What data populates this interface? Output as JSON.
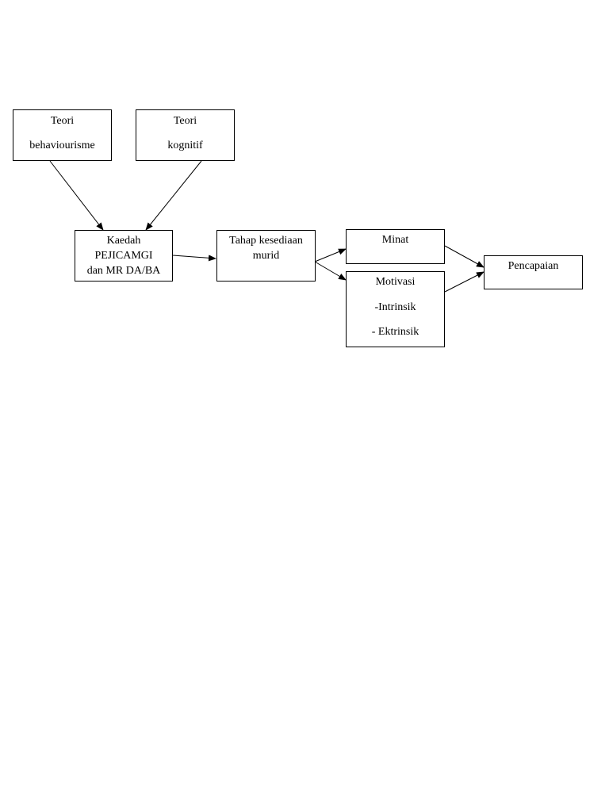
{
  "diagram": {
    "nodes": {
      "teori_behaviourisme": {
        "lines": [
          "Teori",
          "behaviourisme"
        ]
      },
      "teori_kognitif": {
        "lines": [
          "Teori",
          "kognitif"
        ]
      },
      "kaedah": {
        "lines": [
          "Kaedah",
          "PEJICAMGI",
          "dan MR DA/BA"
        ]
      },
      "tahap": {
        "lines": [
          "Tahap kesediaan",
          "murid"
        ]
      },
      "minat": {
        "lines": [
          "Minat"
        ]
      },
      "motivasi": {
        "lines": [
          "Motivasi",
          "-Intrinsik",
          "- Ektrinsik"
        ]
      },
      "pencapaian": {
        "lines": [
          "Pencapaian"
        ]
      }
    },
    "edges": [
      {
        "from": "teori_behaviourisme",
        "to": "kaedah"
      },
      {
        "from": "teori_kognitif",
        "to": "kaedah"
      },
      {
        "from": "kaedah",
        "to": "tahap"
      },
      {
        "from": "tahap",
        "to": "minat"
      },
      {
        "from": "tahap",
        "to": "motivasi"
      },
      {
        "from": "minat",
        "to": "pencapaian"
      },
      {
        "from": "motivasi",
        "to": "pencapaian"
      }
    ]
  }
}
